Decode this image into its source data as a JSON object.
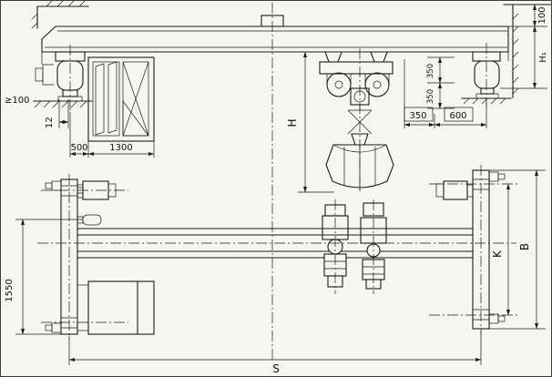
{
  "labels": {
    "top_clearance": "100",
    "h1": "H₁",
    "min_clearance": "≥100",
    "rail_offset": "12",
    "cab_offset": "500",
    "cab_width": "1300",
    "lift_height": "H",
    "hook_upper": "350",
    "hook_lower": "350",
    "approach_left": "350",
    "approach_right": "600",
    "truck_overhang": "1550",
    "span": "S",
    "wheelbase": "K",
    "truck_length": "B"
  },
  "colors": {
    "line": "#1c1c1c",
    "background": "#f6f5f1"
  }
}
